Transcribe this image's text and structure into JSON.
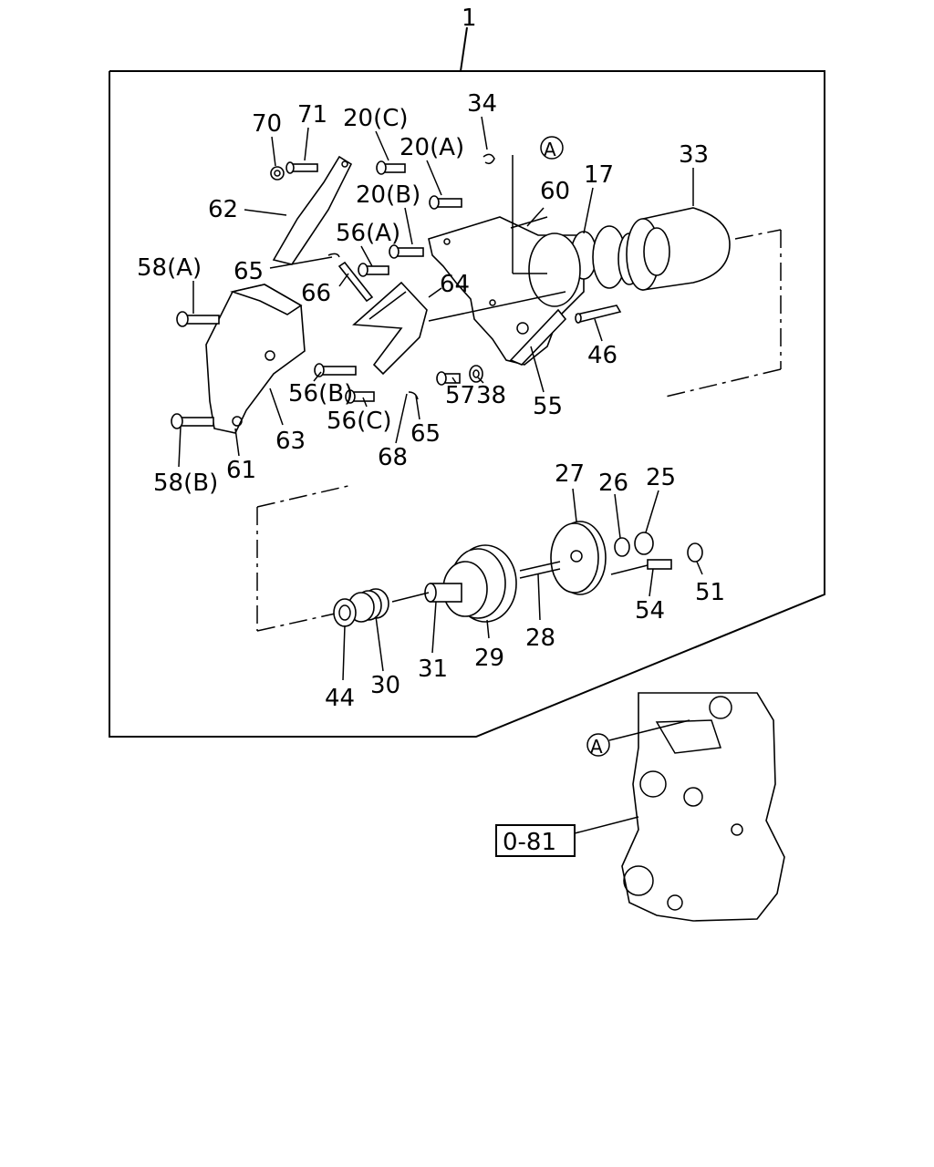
{
  "diagram": {
    "assembly_number": "1",
    "reference_box": "0-81",
    "callout_marker": "A",
    "part_labels": {
      "p70": "70",
      "p71": "71",
      "p20c": "20(C)",
      "p34": "34",
      "p20a": "20(A)",
      "p20b": "20(B)",
      "p60": "60",
      "p17": "17",
      "p33": "33",
      "p62": "62",
      "p56a": "56(A)",
      "p58a": "58(A)",
      "p65a": "65",
      "p66": "66",
      "p64": "64",
      "p46": "46",
      "p56b": "56(B)",
      "p56c": "56(C)",
      "p57": "57",
      "p38": "38",
      "p55": "55",
      "p63": "63",
      "p65b": "65",
      "p68": "68",
      "p58b": "58(B)",
      "p61": "61",
      "p27": "27",
      "p26": "26",
      "p25": "25",
      "p51": "51",
      "p54": "54",
      "p28": "28",
      "p29": "29",
      "p31": "31",
      "p30": "30",
      "p44": "44"
    }
  }
}
